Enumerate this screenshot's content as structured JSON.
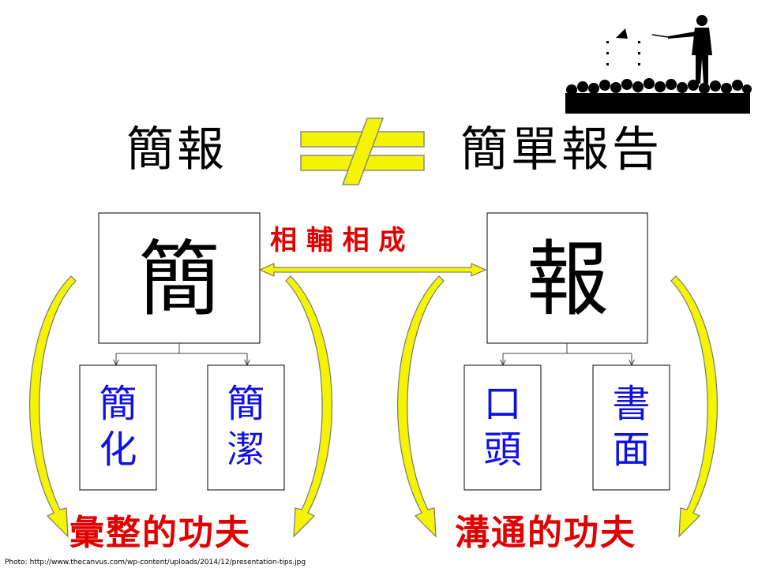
{
  "title": {
    "left": "簡報",
    "right": "簡單報告"
  },
  "link_label": "相 輔 相 成",
  "nodes": {
    "left_main": "簡",
    "right_main": "報",
    "left_child_1": "簡\n化",
    "left_child_2": "簡\n潔",
    "right_child_1": "口\n頭",
    "right_child_2": "書\n面"
  },
  "bottom": {
    "left": "彙整的功夫",
    "right": "溝通的功夫"
  },
  "photo_credit": "Photo: http://www.thecanvus.com/wp-content/uploads/2014/12/presentation-tips.jpg",
  "icons": {
    "not_equal": "not-equal-icon",
    "presenter": "presenter-silhouette-icon"
  },
  "colors": {
    "arrow_fill": "#f4f400",
    "arrow_stroke": "#777777",
    "accent_red": "#e00000",
    "sub_text_blue": "#1010e0"
  }
}
